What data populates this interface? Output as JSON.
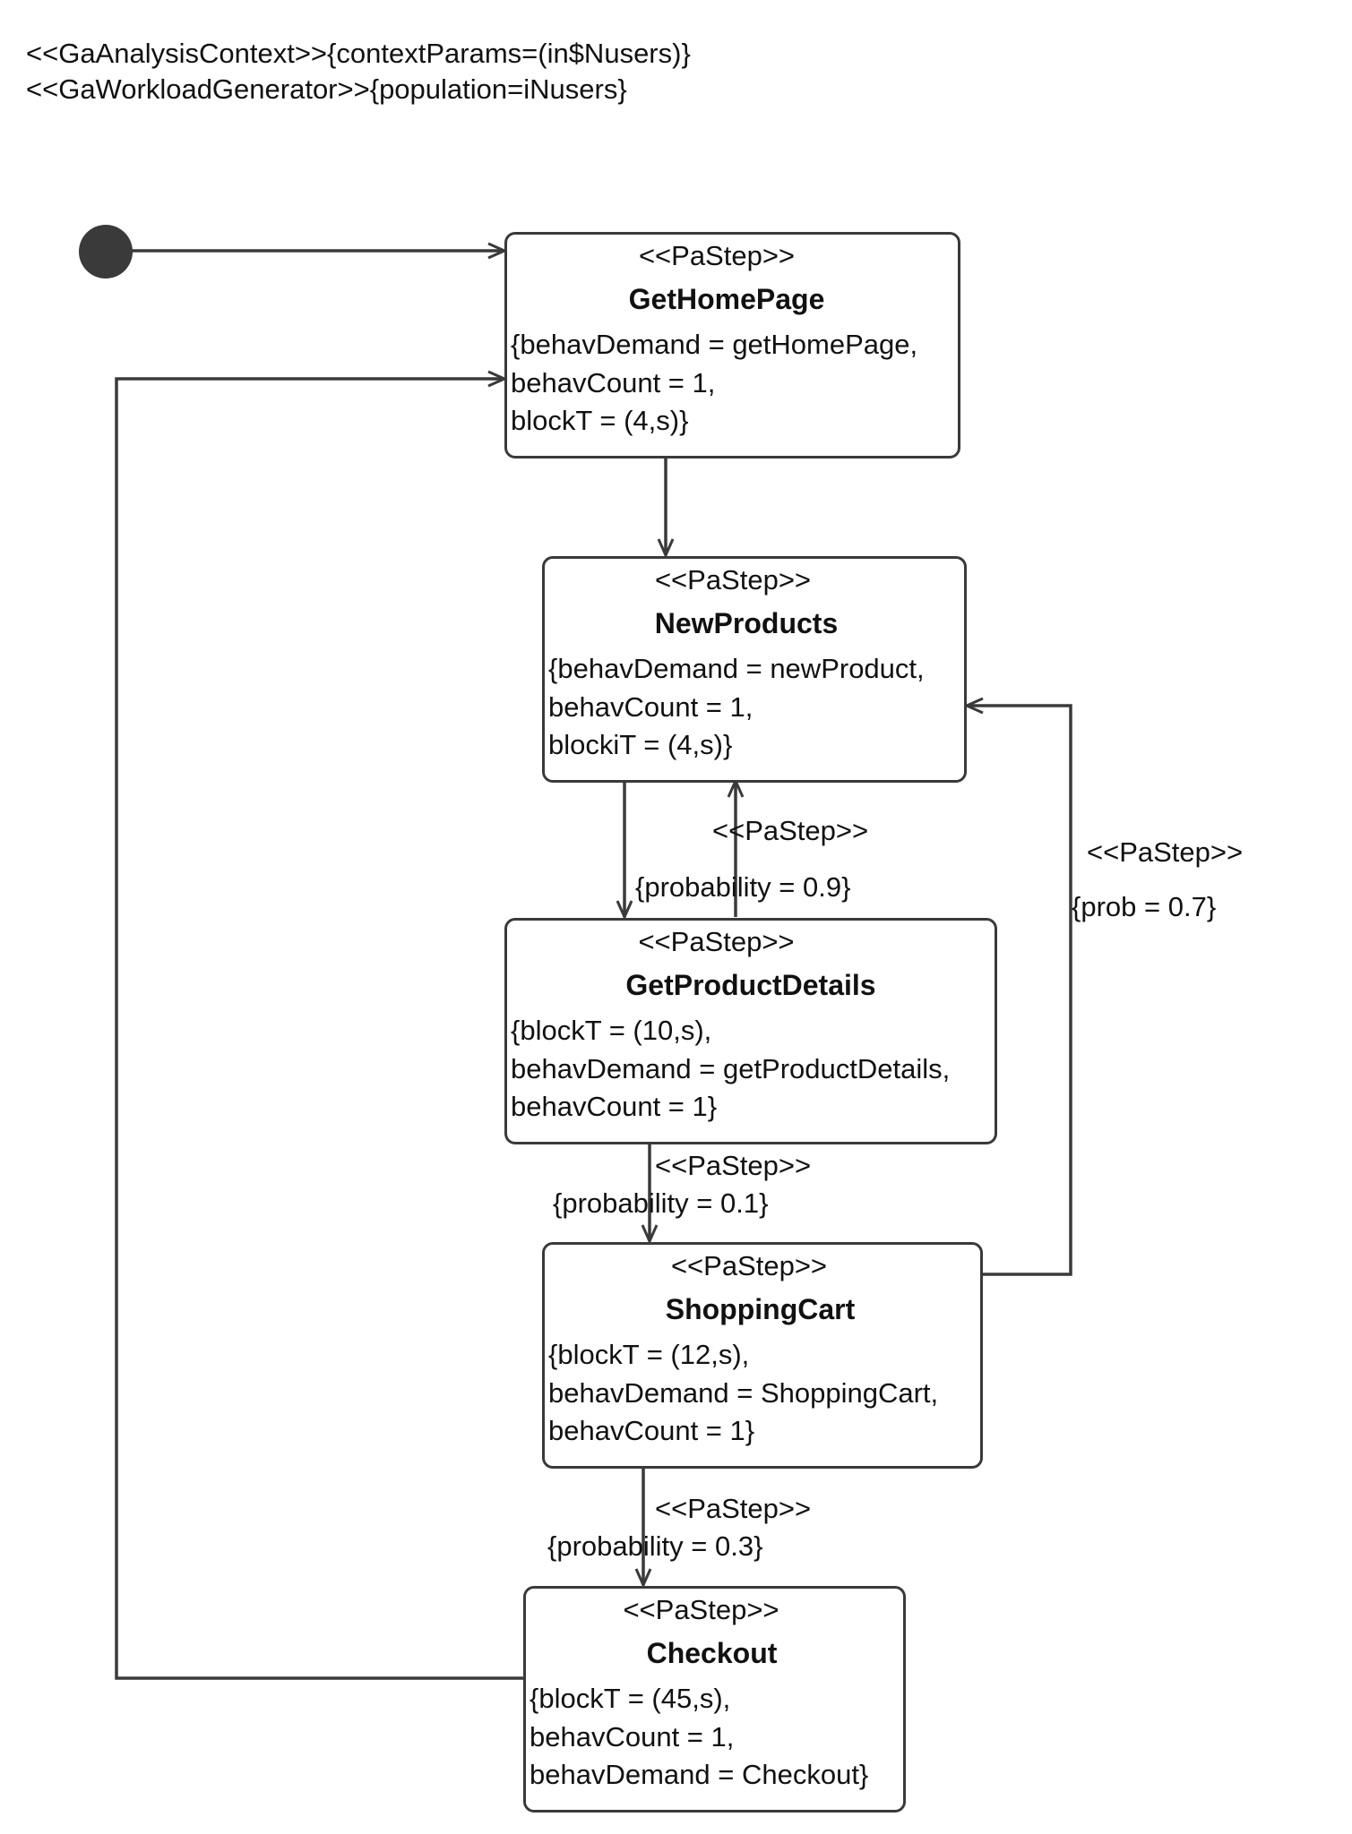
{
  "header": {
    "line1": "<<GaAnalysisContext>>{contextParams=(in$Nusers)}",
    "line2": "<<GaWorkloadGenerator>>{population=iNusers}"
  },
  "nodes": [
    {
      "stereotype": "<<PaStep>>",
      "name": "GetHomePage",
      "props": [
        "{behavDemand = getHomePage,",
        "behavCount = 1,",
        "blockT = (4,s)}"
      ]
    },
    {
      "stereotype": "<<PaStep>>",
      "name": "NewProducts",
      "props": [
        "{behavDemand = newProduct,",
        "behavCount = 1,",
        "blockiT = (4,s)}"
      ]
    },
    {
      "stereotype": "<<PaStep>>",
      "name": "GetProductDetails",
      "props": [
        "{blockT = (10,s),",
        "behavDemand = getProductDetails,",
        "behavCount = 1}"
      ]
    },
    {
      "stereotype": "<<PaStep>>",
      "name": "ShoppingCart",
      "props": [
        "{blockT = (12,s),",
        "behavDemand = ShoppingCart,",
        "behavCount = 1}"
      ]
    },
    {
      "stereotype": "<<PaStep>>",
      "name": "Checkout",
      "props": [
        "{blockT = (45,s),",
        "behavCount = 1,",
        "behavDemand = Checkout}"
      ]
    }
  ],
  "edges": [
    {
      "from": "initial",
      "to": "GetHomePage",
      "stereotype": "",
      "guard": ""
    },
    {
      "from": "GetHomePage",
      "to": "NewProducts",
      "stereotype": "",
      "guard": ""
    },
    {
      "from": "NewProducts",
      "to": "GetProductDetails",
      "stereotype": "",
      "guard": "{probability = 0.9}"
    },
    {
      "from": "GetProductDetails",
      "to": "NewProducts",
      "stereotype": "<<PaStep>>",
      "guard": ""
    },
    {
      "from": "GetProductDetails",
      "to": "ShoppingCart",
      "stereotype": "<<PaStep>>",
      "guard": "{probability = 0.1}"
    },
    {
      "from": "ShoppingCart",
      "to": "NewProducts",
      "stereotype": "<<PaStep>>",
      "guard": "{prob = 0.7}"
    },
    {
      "from": "ShoppingCart",
      "to": "Checkout",
      "stereotype": "<<PaStep>>",
      "guard": "{probability = 0.3}"
    },
    {
      "from": "Checkout",
      "to": "GetHomePage",
      "stereotype": "",
      "guard": ""
    }
  ],
  "colors": {
    "stroke": "#3a3a3a",
    "text": "#111111",
    "initial_node": "#3a3a3a"
  }
}
